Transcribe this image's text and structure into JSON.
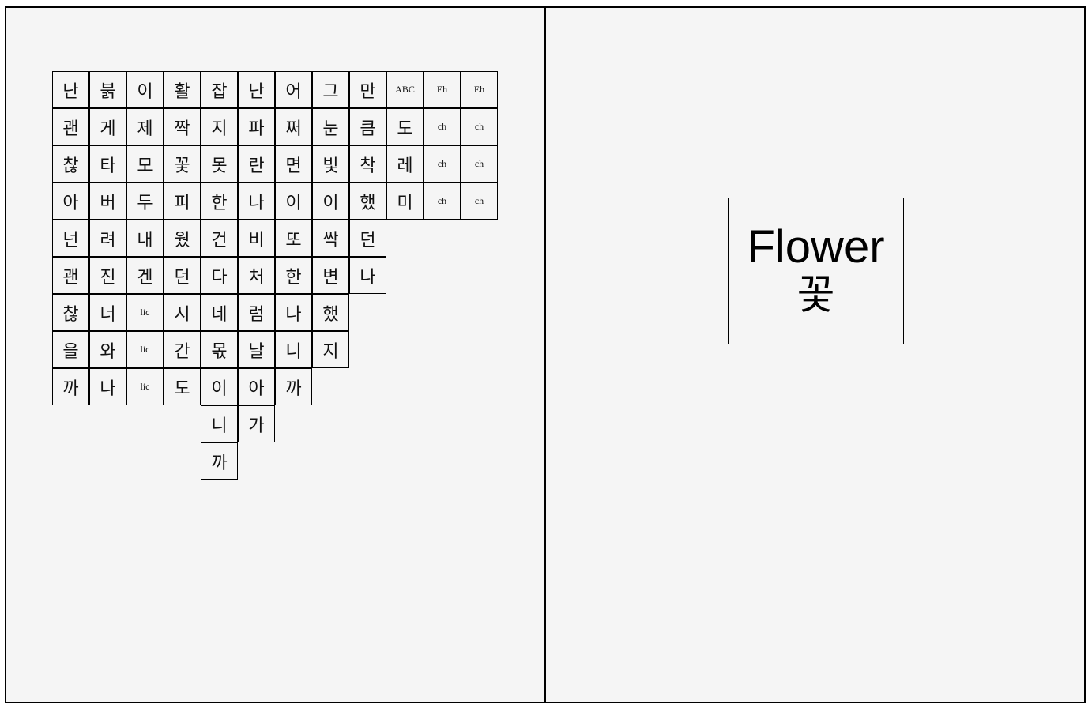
{
  "board": {
    "rows": [
      [
        {
          "t": "난",
          "k": "ko"
        },
        {
          "t": "붉",
          "k": "ko"
        },
        {
          "t": "이",
          "k": "ko"
        },
        {
          "t": "활",
          "k": "ko"
        },
        {
          "t": "잡",
          "k": "ko"
        },
        {
          "t": "난",
          "k": "ko"
        },
        {
          "t": "어",
          "k": "ko"
        },
        {
          "t": "그",
          "k": "ko"
        },
        {
          "t": "만",
          "k": "ko"
        },
        {
          "t": "ABC",
          "k": "en"
        },
        {
          "t": "Eh",
          "k": "en"
        },
        {
          "t": "Eh",
          "k": "en"
        }
      ],
      [
        {
          "t": "괜",
          "k": "ko"
        },
        {
          "t": "게",
          "k": "ko"
        },
        {
          "t": "제",
          "k": "ko"
        },
        {
          "t": "짝",
          "k": "ko"
        },
        {
          "t": "지",
          "k": "ko"
        },
        {
          "t": "파",
          "k": "ko"
        },
        {
          "t": "쩌",
          "k": "ko"
        },
        {
          "t": "눈",
          "k": "ko"
        },
        {
          "t": "큼",
          "k": "ko"
        },
        {
          "t": "도",
          "k": "ko"
        },
        {
          "t": "ch",
          "k": "en"
        },
        {
          "t": "ch",
          "k": "en"
        }
      ],
      [
        {
          "t": "찮",
          "k": "ko"
        },
        {
          "t": "타",
          "k": "ko"
        },
        {
          "t": "모",
          "k": "ko"
        },
        {
          "t": "꽃",
          "k": "ko"
        },
        {
          "t": "못",
          "k": "ko"
        },
        {
          "t": "란",
          "k": "ko"
        },
        {
          "t": "면",
          "k": "ko"
        },
        {
          "t": "빛",
          "k": "ko"
        },
        {
          "t": "착",
          "k": "ko"
        },
        {
          "t": "레",
          "k": "ko"
        },
        {
          "t": "ch",
          "k": "en"
        },
        {
          "t": "ch",
          "k": "en"
        }
      ],
      [
        {
          "t": "아",
          "k": "ko"
        },
        {
          "t": "버",
          "k": "ko"
        },
        {
          "t": "두",
          "k": "ko"
        },
        {
          "t": "피",
          "k": "ko"
        },
        {
          "t": "한",
          "k": "ko"
        },
        {
          "t": "나",
          "k": "ko"
        },
        {
          "t": "이",
          "k": "ko"
        },
        {
          "t": "이",
          "k": "ko"
        },
        {
          "t": "했",
          "k": "ko"
        },
        {
          "t": "미",
          "k": "ko"
        },
        {
          "t": "ch",
          "k": "en"
        },
        {
          "t": "ch",
          "k": "en"
        }
      ],
      [
        {
          "t": "넌",
          "k": "ko"
        },
        {
          "t": "려",
          "k": "ko"
        },
        {
          "t": "내",
          "k": "ko"
        },
        {
          "t": "웠",
          "k": "ko"
        },
        {
          "t": "건",
          "k": "ko"
        },
        {
          "t": "비",
          "k": "ko"
        },
        {
          "t": "또",
          "k": "ko"
        },
        {
          "t": "싹",
          "k": "ko"
        },
        {
          "t": "던",
          "k": "ko"
        }
      ],
      [
        {
          "t": "괜",
          "k": "ko"
        },
        {
          "t": "진",
          "k": "ko"
        },
        {
          "t": "겐",
          "k": "ko"
        },
        {
          "t": "던",
          "k": "ko"
        },
        {
          "t": "다",
          "k": "ko"
        },
        {
          "t": "처",
          "k": "ko"
        },
        {
          "t": "한",
          "k": "ko"
        },
        {
          "t": "변",
          "k": "ko"
        },
        {
          "t": "나",
          "k": "ko"
        }
      ],
      [
        {
          "t": "찮",
          "k": "ko"
        },
        {
          "t": "너",
          "k": "ko"
        },
        {
          "t": "lic",
          "k": "en"
        },
        {
          "t": "시",
          "k": "ko"
        },
        {
          "t": "네",
          "k": "ko"
        },
        {
          "t": "럼",
          "k": "ko"
        },
        {
          "t": "나",
          "k": "ko"
        },
        {
          "t": "했",
          "k": "ko"
        }
      ],
      [
        {
          "t": "을",
          "k": "ko"
        },
        {
          "t": "와",
          "k": "ko"
        },
        {
          "t": "lic",
          "k": "en"
        },
        {
          "t": "간",
          "k": "ko"
        },
        {
          "t": "몫",
          "k": "ko"
        },
        {
          "t": "날",
          "k": "ko"
        },
        {
          "t": "니",
          "k": "ko"
        },
        {
          "t": "지",
          "k": "ko"
        }
      ],
      [
        {
          "t": "까",
          "k": "ko"
        },
        {
          "t": "나",
          "k": "ko"
        },
        {
          "t": "lic",
          "k": "en"
        },
        {
          "t": "도",
          "k": "ko"
        },
        {
          "t": "이",
          "k": "ko"
        },
        {
          "t": "아",
          "k": "ko"
        },
        {
          "t": "까",
          "k": "ko"
        }
      ],
      [
        null,
        null,
        null,
        null,
        {
          "t": "니",
          "k": "ko"
        },
        {
          "t": "가",
          "k": "ko"
        }
      ],
      [
        null,
        null,
        null,
        null,
        {
          "t": "까",
          "k": "ko"
        }
      ]
    ]
  },
  "card": {
    "word": "Flower",
    "hangul": "꽃"
  }
}
